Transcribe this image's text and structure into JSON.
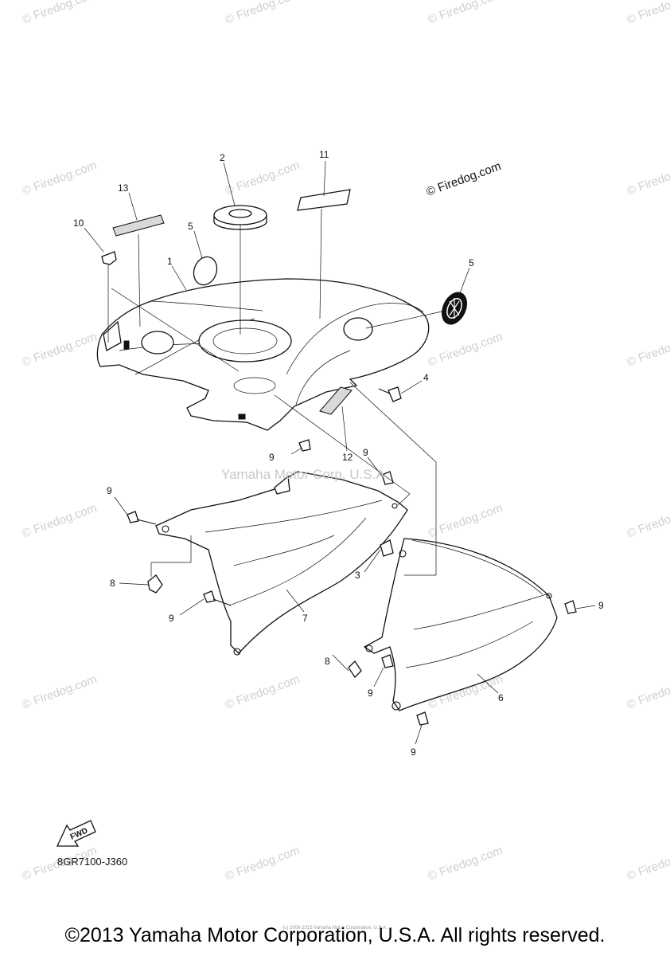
{
  "watermark": {
    "text": "© Firedog.com"
  },
  "center_watermark": "Yamaha Motor Corp. U.S.A.",
  "diagram_code": "8GR7100-J360",
  "fwd_label": "FWD",
  "copyright": "©2013 Yamaha Motor Corporation, U.S.A. All rights reserved.",
  "tiny_notice": "(c) 2000-2015 Yamaha Motor Corporation, U.S.A.",
  "callouts": [
    "1",
    "2",
    "3",
    "4",
    "5",
    "5",
    "6",
    "7",
    "8",
    "8",
    "9",
    "9",
    "9",
    "9",
    "9",
    "9",
    "9",
    "10",
    "11",
    "12",
    "13"
  ]
}
